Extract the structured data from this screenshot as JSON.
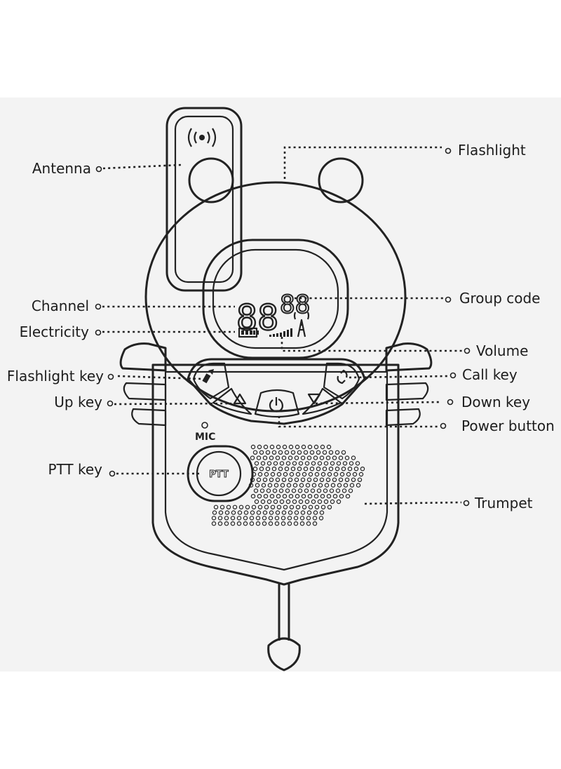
{
  "labels": {
    "antenna": "Antenna",
    "flashlight": "Flashlight",
    "channel": "Channel",
    "group_code": "Group code",
    "electricity": "Electricity",
    "volume": "Volume",
    "flashlight_key": "Flashlight key",
    "call_key": "Call key",
    "up_key": "Up key",
    "down_key": "Down key",
    "power_button": "Power button",
    "ptt_key": "PTT key",
    "trumpet": "Trumpet"
  },
  "device": {
    "channel_digits": "88",
    "group_digits": "88",
    "mic_label": "MIC",
    "ptt_label": "PTT"
  }
}
